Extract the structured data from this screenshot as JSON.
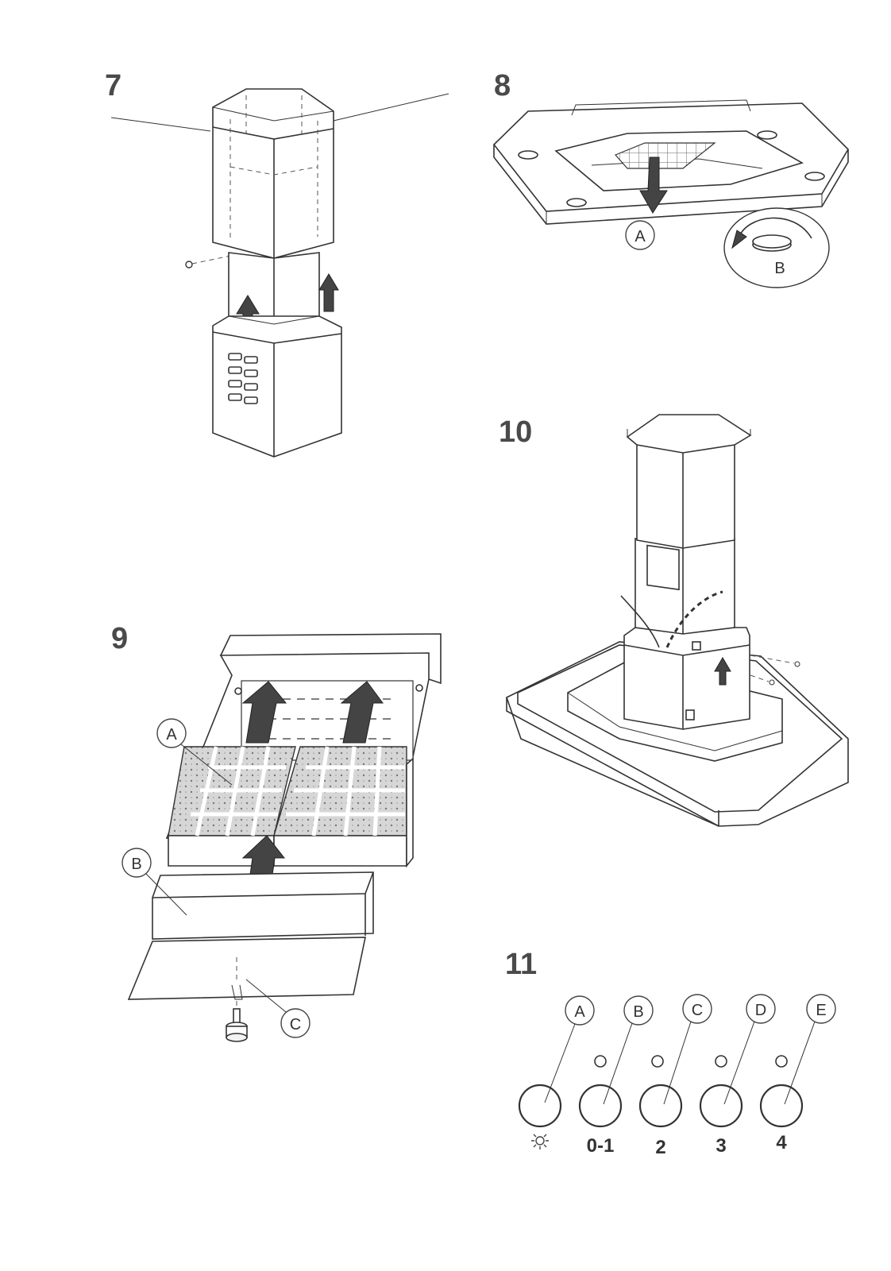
{
  "figures": [
    {
      "id": "fig7",
      "number": "7"
    },
    {
      "id": "fig8",
      "number": "8",
      "callouts": [
        "A",
        "B"
      ]
    },
    {
      "id": "fig9",
      "number": "9",
      "callouts": [
        "A",
        "B",
        "C"
      ]
    },
    {
      "id": "fig10",
      "number": "10"
    },
    {
      "id": "fig11",
      "number": "11",
      "callouts": [
        "A",
        "B",
        "C",
        "D",
        "E"
      ],
      "buttons": [
        {
          "label": "",
          "icon": "light-icon"
        },
        {
          "label": "0-1"
        },
        {
          "label": "2"
        },
        {
          "label": "3"
        },
        {
          "label": "4"
        }
      ]
    }
  ]
}
